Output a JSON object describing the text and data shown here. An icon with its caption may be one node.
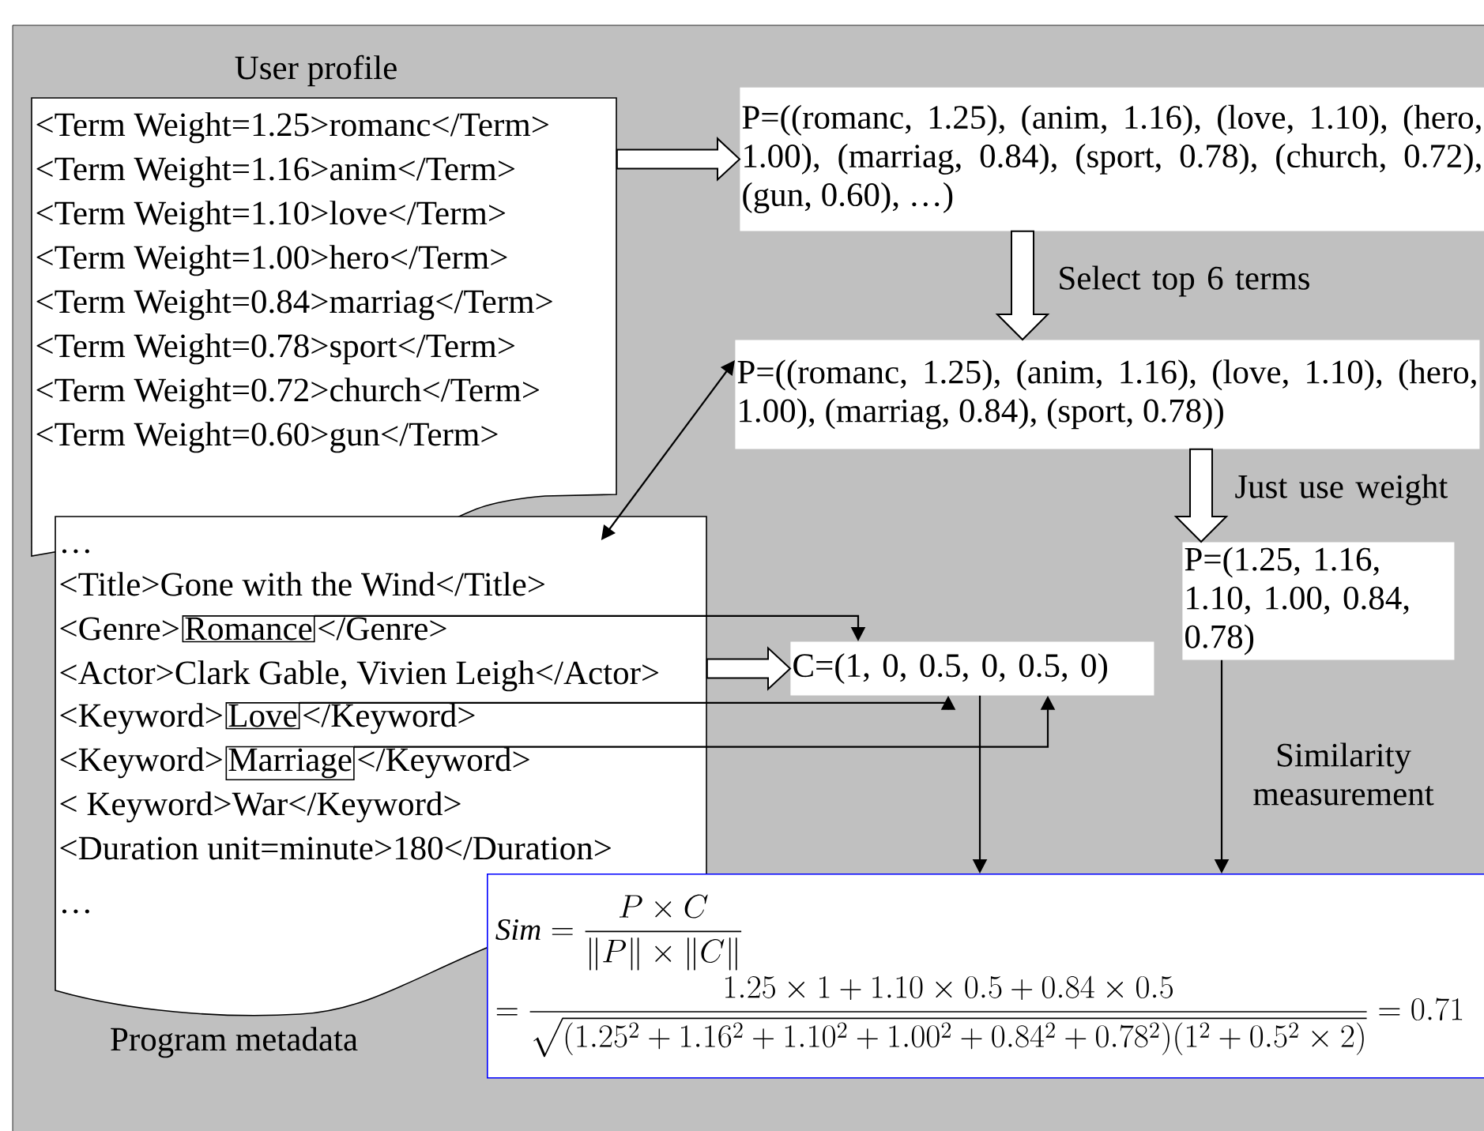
{
  "diagram": {
    "nodes": [
      {
        "text": [
          "User profile",
          "<Term Weight=1.25>romanc</Term>",
          "<Term Weight=1.16>anim</Term>",
          "<Term Weight=1.10>love</Term>",
          "<Term Weight=1.00>hero</Term>",
          "<Term Weight=0.84>marriag</Term>",
          "<Term Weight=0.78>sport</Term>",
          "<Term Weight=0.72>church</Term>",
          "<Term Weight=0.60>gun</Term>"
        ]
      },
      {
        "text": [
          "P=((romanc, 1.25), (anim, 1.16), (love, 1.10), (hero, 1.00), (marriag, 0.84), (sport, 0.78), (church, 0.72), (gun, 0.60), …)"
        ]
      },
      {
        "text": [
          "P=((romanc, 1.25), (anim, 1.16), (love, 1.10), (hero, 1.00), (marriag, 0.84), (sport, 0.78))"
        ]
      },
      {
        "text": [
          "P=(1.25, 1.16, 1.10, 1.00, 0.84, 0.78)"
        ]
      },
      {
        "text": [
          "…",
          "<Title>Gone with the Wind</Title>",
          "<Genre>",
          "</Genre>",
          "<Actor>Clark Gable, Vivien Leigh</Actor>",
          "<Keyword>",
          "</Keyword>",
          "<Keyword>",
          "</Keyword>",
          "< Keyword>War</Keyword>",
          "<Duration unit=minute>180</Duration>",
          "…",
          "Program metadata"
        ]
      },
      {
        "text": [
          "Romance"
        ],
        "in": 4
      },
      {
        "text": [
          "Love"
        ],
        "in": 4
      },
      {
        "text": [
          "Marriage"
        ],
        "in": 4
      },
      {
        "text": [
          "C=(1, 0, 0.5, 0, 0.5, 0)"
        ]
      },
      {
        "text": [
          "\\mathit{Sim}=\\frac{P\\times C}{\\|P\\|\\times\\|C\\|}",
          "=\\frac{1.25\\times 1+1.10\\times 0.5+0.84\\times 0.5}{\\sqrt{(1.25^2+1.16^2+1.10^2+1.00^2+0.84^2+0.78^2)(1^2+0.5^2\\times 2)}}=0.71"
        ]
      }
    ],
    "edges": [
      {
        "from": 0,
        "to": 1,
        "arrow": "to",
        "style": "thick"
      },
      {
        "from": 1,
        "to": 2,
        "arrow": "to",
        "style": "thick",
        "label": "Select top 6 terms"
      },
      {
        "from": 2,
        "to": 3,
        "arrow": "to",
        "style": "thick",
        "label": "Just use weight"
      },
      {
        "from": 4,
        "to": 2,
        "arrow": "both"
      },
      {
        "from": 5,
        "to": 8,
        "arrow": "to"
      },
      {
        "from": 6,
        "to": 8,
        "arrow": "to"
      },
      {
        "from": 7,
        "to": 8,
        "arrow": "to"
      },
      {
        "from": 4,
        "to": 8,
        "arrow": "to",
        "style": "thick"
      },
      {
        "from": 8,
        "to": 9,
        "arrow": "to"
      },
      {
        "from": 3,
        "to": 9,
        "arrow": "to",
        "label": "Similarity measurement"
      }
    ]
  }
}
